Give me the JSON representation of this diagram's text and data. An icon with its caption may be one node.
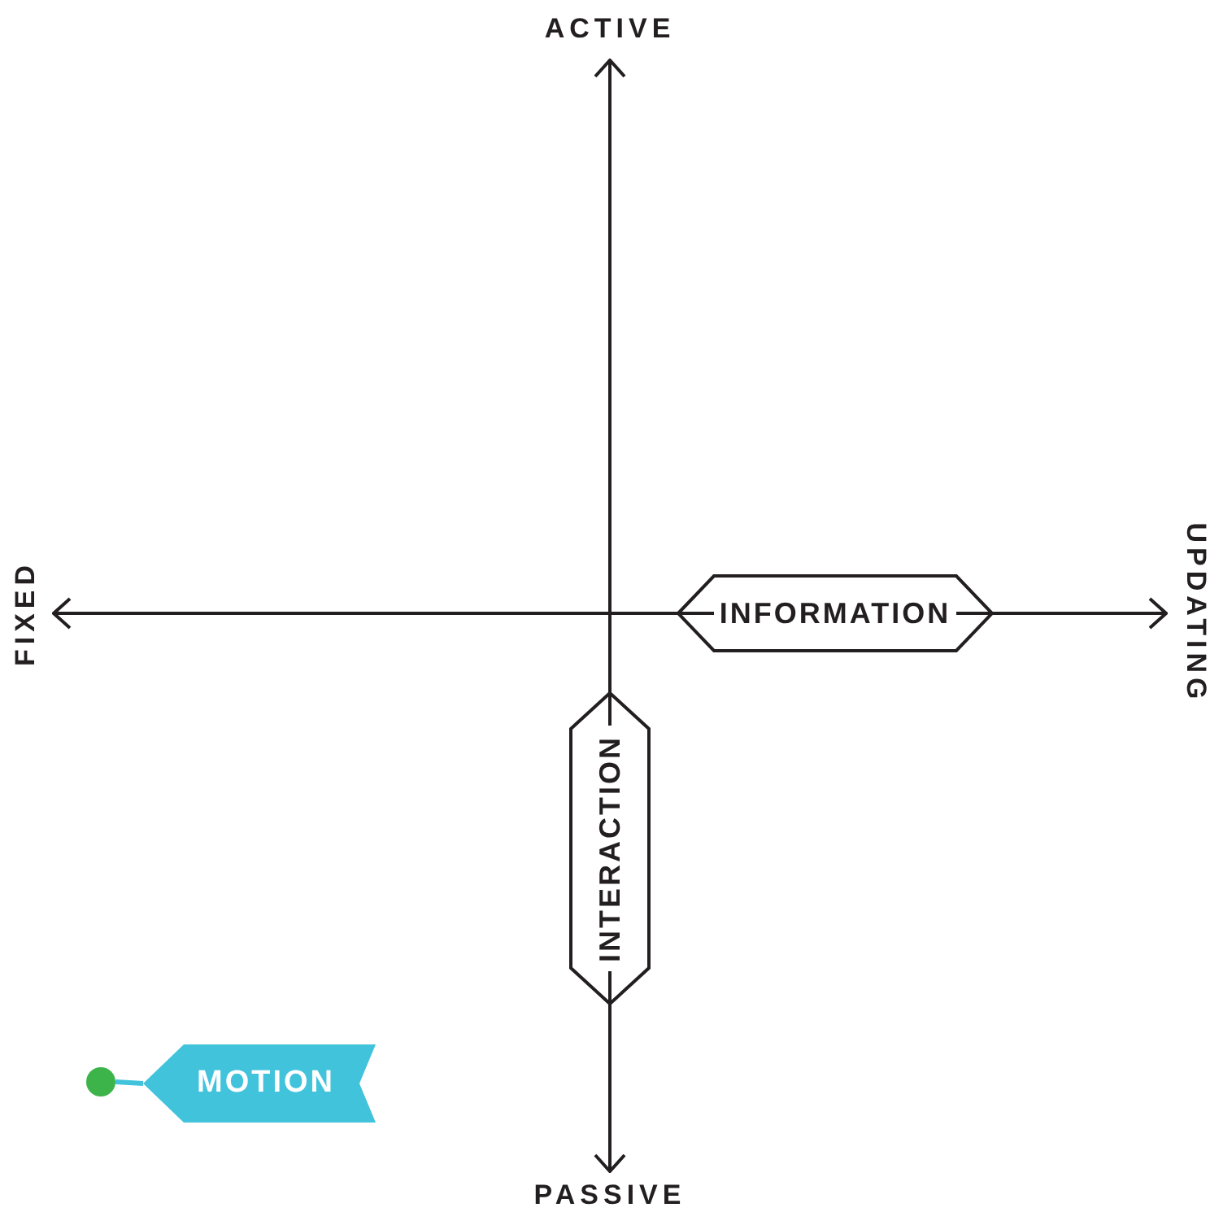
{
  "diagram": {
    "nodes": [
      {
        "text": [
          "INFORMATION"
        ]
      },
      {
        "text": [
          "INTERACTION"
        ]
      },
      {
        "text": [],
        "shape": "circle"
      },
      {
        "text": [
          "MOTION"
        ]
      }
    ],
    "edges": [
      {
        "from": 2,
        "to": 3,
        "arrow": "none"
      }
    ],
    "labels": [
      "ACTIVE",
      "FIXED",
      "UPDATING",
      "PASSIVE"
    ]
  }
}
